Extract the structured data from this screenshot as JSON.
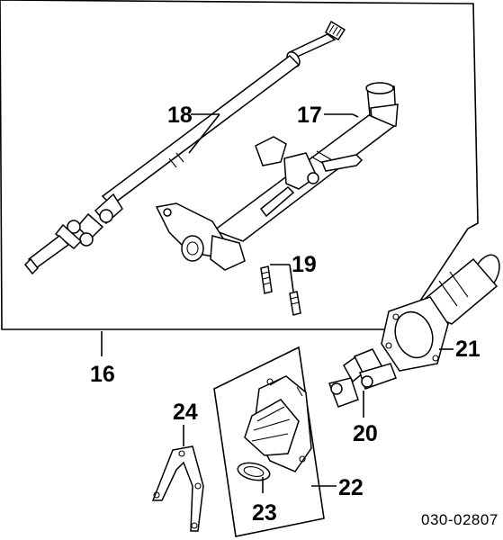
{
  "callouts": {
    "c16": "16",
    "c17": "17",
    "c18": "18",
    "c19": "19",
    "c20": "20",
    "c21": "21",
    "c22": "22",
    "c23": "23",
    "c24": "24"
  },
  "catalog_number": "030-02807"
}
